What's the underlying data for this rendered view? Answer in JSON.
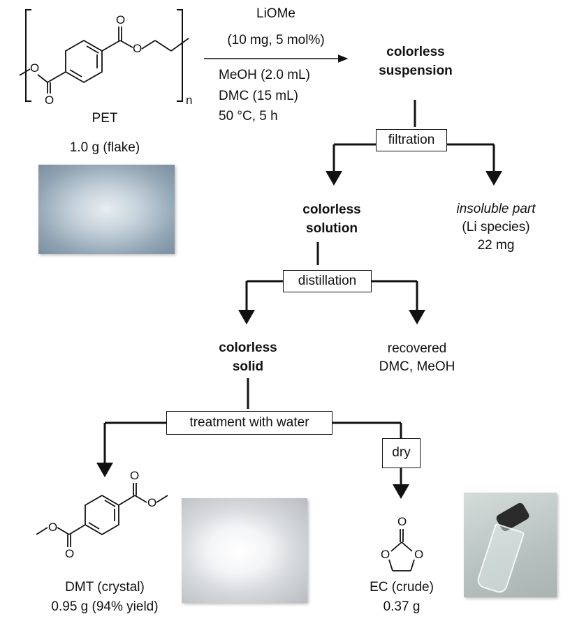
{
  "pet": {
    "repeat_label": "n",
    "name": "PET",
    "amount": "1.0 g (flake)",
    "ester_atoms": [
      "O",
      "O",
      "O",
      "O"
    ]
  },
  "conditions": {
    "above": [
      "LiOMe",
      "(10 mg, 5 mol%)"
    ],
    "below": [
      "MeOH (2.0 mL)",
      "DMC (15 mL)",
      "50 °C, 5 h"
    ]
  },
  "suspension": [
    "colorless",
    "suspension"
  ],
  "steps": {
    "filtration": "filtration",
    "distillation": "distillation",
    "water": "treatment with water",
    "dry": "dry"
  },
  "solution": [
    "colorless",
    "solution"
  ],
  "insoluble": [
    "insoluble part",
    "(Li species)",
    "22 mg"
  ],
  "solid": [
    "colorless",
    "solid"
  ],
  "recovered": [
    "recovered",
    "DMC, MeOH"
  ],
  "dmt": {
    "name": "DMT (crystal)",
    "amount": "0.95 g (94% yield)",
    "atoms": [
      "O",
      "O",
      "O",
      "O"
    ]
  },
  "ec": {
    "name": "EC (crude)",
    "amount": "0.37 g",
    "atoms": [
      "O",
      "O",
      "O"
    ]
  },
  "colors": {
    "line": "#111111",
    "pet_photo": "#8fa3b3",
    "dmt_photo": "#c9ccd0",
    "ec_photo": "#b7c2c0"
  }
}
